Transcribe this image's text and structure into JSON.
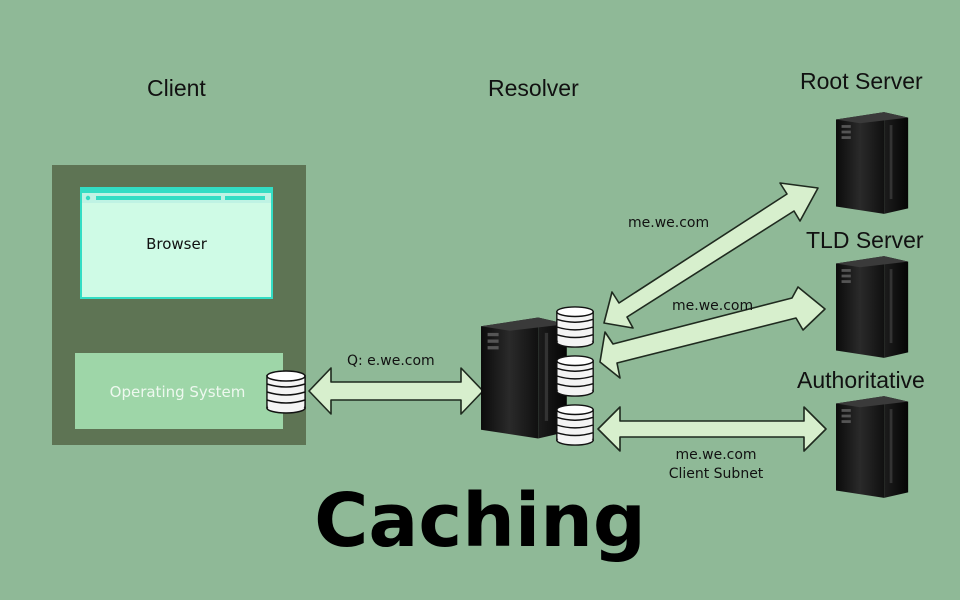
{
  "headings": {
    "client": "Client",
    "resolver": "Resolver",
    "root_server": "Root Server",
    "tld_server": "TLD Server",
    "authoritative": "Authoritative"
  },
  "client": {
    "browser_label": "Browser",
    "os_label": "Operating System"
  },
  "arrows": {
    "client_query": "Q: e.we.com",
    "root_query": "me.we.com",
    "tld_query": "me.we.com",
    "auth_query_line1": "me.we.com",
    "auth_query_line2": "Client Subnet"
  },
  "title": "Caching",
  "colors": {
    "background": "#8fb997",
    "client_box": "#5e7454",
    "browser_fill": "#cffbe6",
    "browser_border": "#33ddc4",
    "os_fill": "#9ed6a8",
    "arrow_fill": "#d7efcd"
  },
  "icons": [
    "server-tower-icon",
    "cache-stack-icon",
    "browser-window-icon"
  ]
}
